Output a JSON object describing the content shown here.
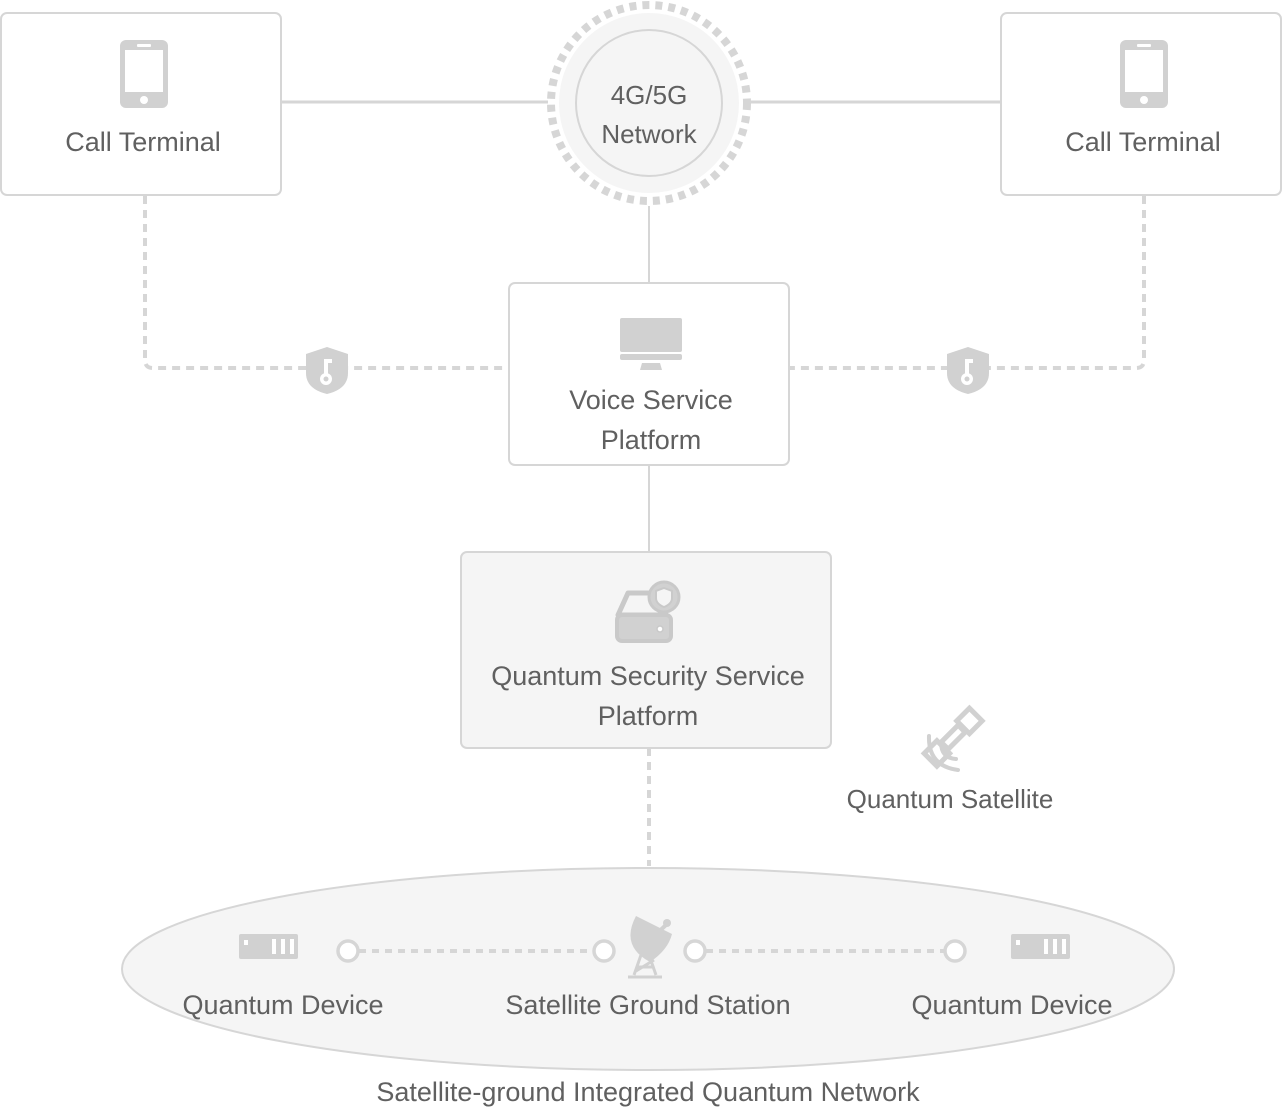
{
  "nodes": {
    "call_terminal_left": {
      "label": "Call Terminal",
      "icon": "smartphone-icon"
    },
    "call_terminal_right": {
      "label": "Call Terminal",
      "icon": "smartphone-icon"
    },
    "network": {
      "line1": "4G/5G",
      "line2": "Network"
    },
    "voice_platform": {
      "line1": "Voice Service",
      "line2": "Platform",
      "icon": "monitor-icon"
    },
    "quantum_security_platform": {
      "line1": "Quantum Security Service",
      "line2": "Platform",
      "icon": "secure-drive-icon"
    },
    "quantum_satellite": {
      "label": "Quantum Satellite",
      "icon": "satellite-icon"
    },
    "quantum_device_left": {
      "label": "Quantum Device",
      "icon": "server-icon"
    },
    "ground_station": {
      "label": "Satellite Ground Station",
      "icon": "satellite-dish-icon"
    },
    "quantum_device_right": {
      "label": "Quantum Device",
      "icon": "server-icon"
    }
  },
  "network_zone": {
    "label": "Satellite-ground Integrated Quantum Network"
  },
  "encryption_badges": [
    {
      "icon": "shield-key-icon",
      "link": "left-terminal-to-voice-platform"
    },
    {
      "icon": "shield-key-icon",
      "link": "right-terminal-to-voice-platform"
    }
  ],
  "colors": {
    "stroke": "#d6d6d6",
    "icon": "#d1d1d1",
    "text": "#606060",
    "fill_light": "#f5f5f5"
  }
}
